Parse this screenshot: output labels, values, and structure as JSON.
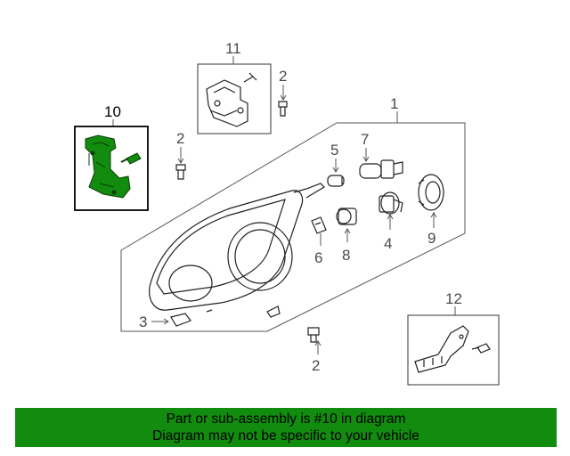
{
  "callouts": {
    "c1": "1",
    "c2a": "2",
    "c2b": "2",
    "c2c": "2",
    "c3": "3",
    "c4": "4",
    "c5": "5",
    "c6": "6",
    "c7": "7",
    "c8": "8",
    "c9": "9",
    "c10": "10",
    "c11": "11",
    "c12": "12"
  },
  "highlight_color": "#118c0e",
  "caption": {
    "line1": "Part or sub-assembly is #10 in diagram",
    "line2": "Diagram may not be specific to your vehicle"
  }
}
